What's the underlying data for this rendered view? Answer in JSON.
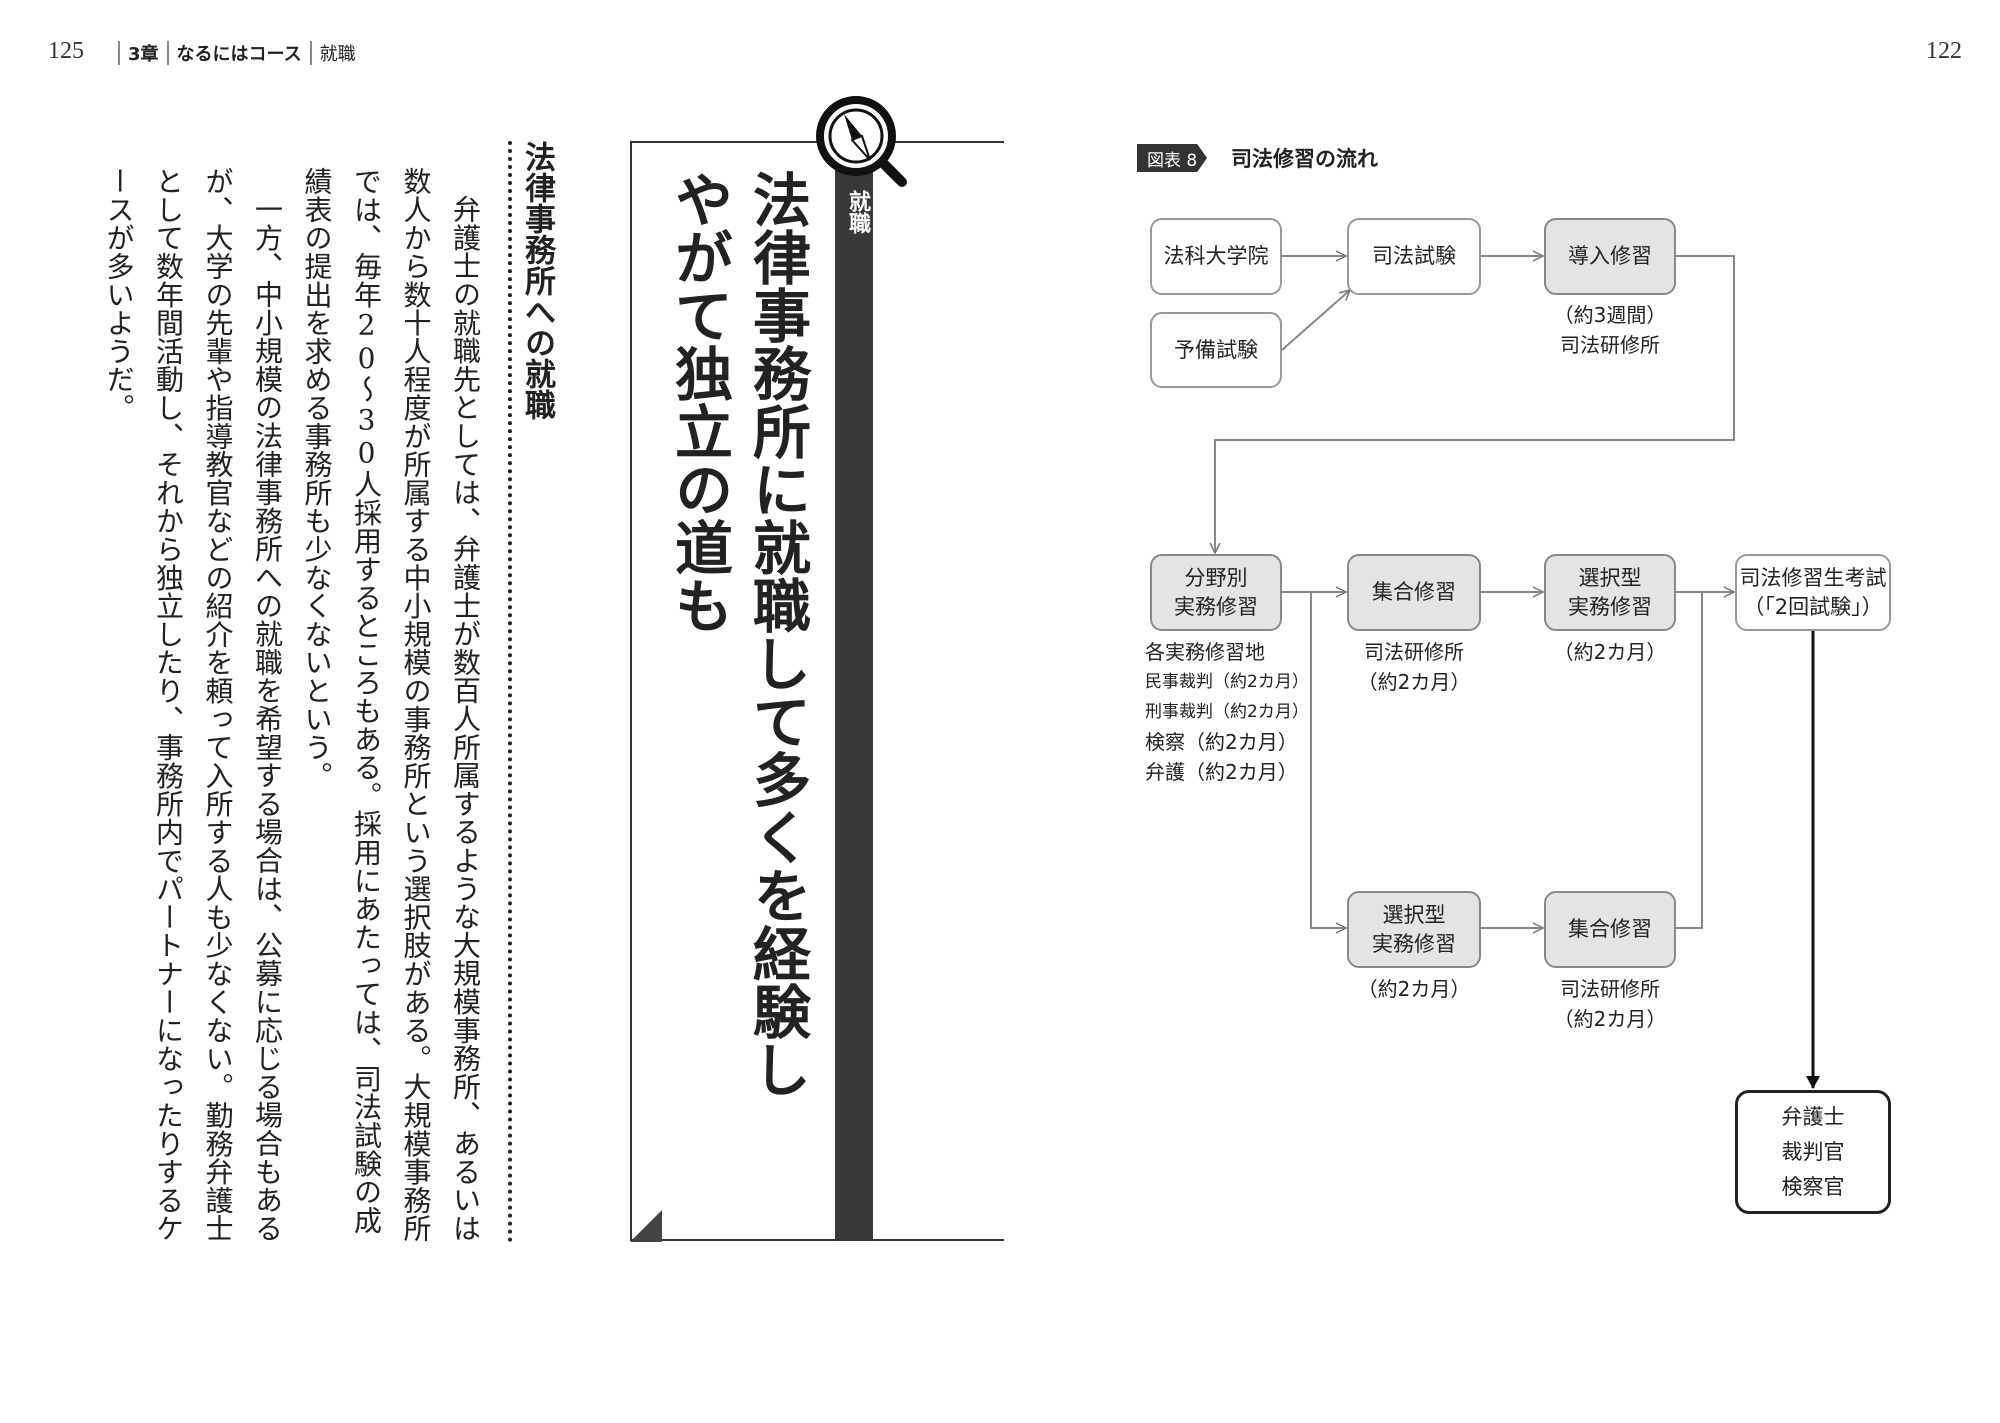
{
  "header": {
    "left_page_number": "125",
    "right_page_number": "122",
    "chapter": "3章",
    "course": "なるにはコース",
    "section": "就職"
  },
  "article": {
    "category": "就職",
    "title_line1": "法律事務所に就職して多くを経験し",
    "title_line2": "やがて独立の道も",
    "heading": "法律事務所への就職",
    "paragraphs": [
      "弁護士の就職先としては、弁護士が数百人所属するような大規模事務所、あるいは数人から数十人程度が所属する中小規模の事務所という選択肢がある。大規模事務所では、毎年20〜30人採用するところもある。採用にあたっては、司法試験の成績表の提出を求める事務所も少なくないという。",
      "一方、中小規模の法律事務所への就職を希望する場合は、公募に応じる場合もあるが、大学の先輩や指導教官などの紹介を頼って入所する人も少なくない。勤務弁護士として数年間活動し、それから独立したり、事務所内でパートナーになったりするケースが多いようだ。"
    ]
  },
  "figure": {
    "tag": "図表 8",
    "title": "司法修習の流れ",
    "nodes": {
      "law_school": "法科大学院",
      "prelim_exam": "予備試験",
      "bar_exam": "司法試験",
      "intro_training": "導入修習",
      "intro_note_1": "（約3週間）",
      "intro_note_2": "司法研修所",
      "field_training_1": "分野別",
      "field_training_2": "実務修習",
      "field_note_title": "各実務修習地",
      "field_note_items": [
        "民事裁判（約2カ月）",
        "刑事裁判（約2カ月）",
        "検察（約2カ月）",
        "弁護（約2カ月）"
      ],
      "group_training_a": "集合修習",
      "group_a_note_1": "司法研修所",
      "group_a_note_2": "（約2カ月）",
      "elective_a_1": "選択型",
      "elective_a_2": "実務修習",
      "elective_a_note": "（約2カ月）",
      "final_exam_1": "司法修習生考試",
      "final_exam_2": "（「2回試験」）",
      "elective_b_1": "選択型",
      "elective_b_2": "実務修習",
      "elective_b_note": "（約2カ月）",
      "group_training_b": "集合修習",
      "group_b_note_1": "司法研修所",
      "group_b_note_2": "（約2カ月）",
      "outcome_1": "弁護士",
      "outcome_2": "裁判官",
      "outcome_3": "検察官"
    }
  }
}
